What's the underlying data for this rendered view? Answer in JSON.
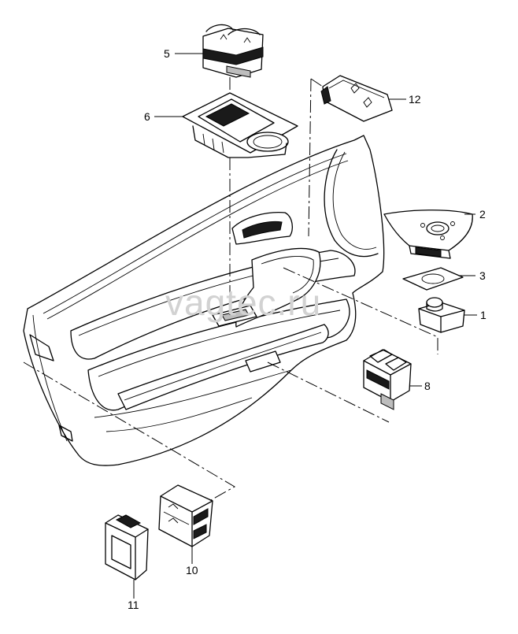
{
  "watermark": "vagtec.ru",
  "labels": {
    "l1": "1",
    "l2": "2",
    "l3": "3",
    "l5": "5",
    "l6": "6",
    "l8": "8",
    "l10": "10",
    "l11": "11",
    "l12": "12"
  }
}
